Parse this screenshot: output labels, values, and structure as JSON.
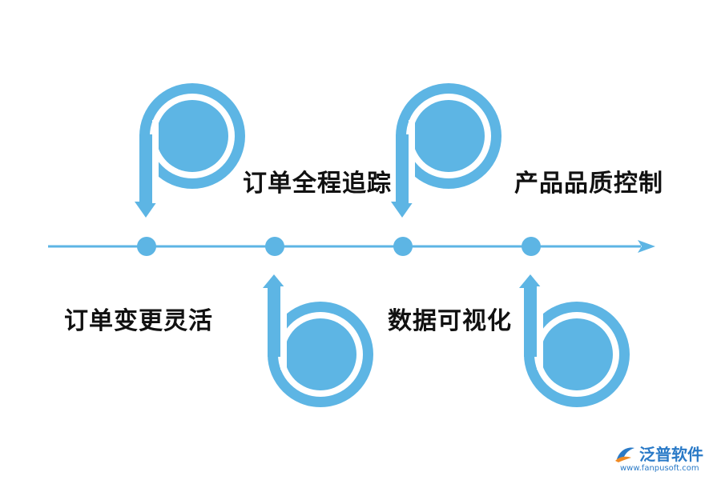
{
  "colors": {
    "accent": "#5db5e4",
    "text": "#111111",
    "logo": "#2a7ac7",
    "logo_orange": "#f08a24"
  },
  "stages": [
    {
      "label": "订单变更灵活",
      "position": "below",
      "icon": "b-shape-icon"
    },
    {
      "label": "订单全程追踪",
      "position": "above",
      "icon": "p-shape-icon"
    },
    {
      "label": "数据可视化",
      "position": "below",
      "icon": "b-shape-icon"
    },
    {
      "label": "产品品质控制",
      "position": "above",
      "icon": "p-shape-icon"
    }
  ],
  "logo": {
    "name": "泛普软件",
    "url": "www.fanpusoft.com"
  }
}
